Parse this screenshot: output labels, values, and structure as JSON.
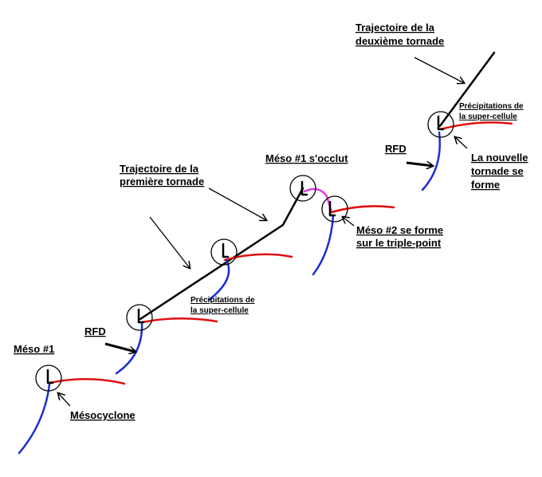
{
  "labels": {
    "meso1": "Méso #1",
    "mesocyclone": "Mésocyclone",
    "rfd_left": "RFD",
    "precip_left_line1": "Précipitations de",
    "precip_left_line2": "la super-cellule",
    "traj1_line1": "Trajectoire de la",
    "traj1_line2": "première tornade",
    "meso1_occlusion": "Méso #1 s'occlut",
    "meso2_line1": "Méso #2 se forme",
    "meso2_line2": "sur le triple-point",
    "traj2_line1": "Trajectoire de la",
    "traj2_line2": "deuxième tornade",
    "precip_right_line1": "Précipitations de",
    "precip_right_line2": "la super-cellule",
    "rfd_right": "RFD",
    "new_tornado_line1": "La nouvelle",
    "new_tornado_line2": "tornade se",
    "new_tornado_line3": "forme"
  },
  "colors": {
    "tornado_track": "#000000",
    "rfd_gust_front": "#1e2fd0",
    "precip_front": "#e01010",
    "occlusion": "#e040e0",
    "circle": "#000000",
    "arrow": "#000000"
  }
}
